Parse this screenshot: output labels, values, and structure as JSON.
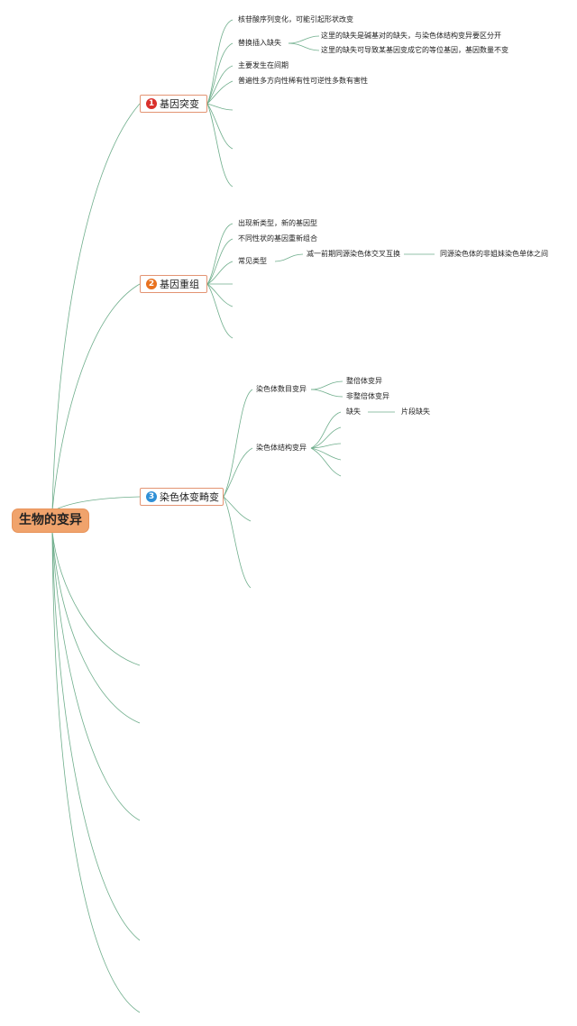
{
  "root": "生物的变异",
  "branches": {
    "b1": {
      "num": "1",
      "label": "基因突变",
      "badge_color": "#d9302c",
      "items": {
        "i1": "核苷酸序列变化，可能引起形状改变",
        "i2": "替换插入缺失",
        "i2a": "这里的缺失是碱基对的缺失，与染色体结构变异要区分开",
        "i2b": "这里的缺失可导致某基因变成它的等位基因，基因数量不变",
        "i3": "主要发生在间期",
        "i4": "普遍性多方向性稀有性可逆性多数有害性"
      }
    },
    "b2": {
      "num": "2",
      "label": "基因重组",
      "badge_color": "#e8711f",
      "items": {
        "i1": "出现新类型，新的基因型",
        "i2": "不同性状的基因重新组合",
        "i3": "常见类型",
        "i3a": "减一前期同源染色体交叉互换",
        "i3b": "同源染色体的非姐妹染色单体之间"
      }
    },
    "b3": {
      "num": "3",
      "label": "染色体变畸变",
      "badge_color": "#2f8fd6",
      "items": {
        "n": "染色体数目变异",
        "n1": "整倍体变异",
        "n2": "非整倍体变异",
        "s": "染色体结构变异",
        "s1": "缺失",
        "s1a": "片段缺失"
      }
    }
  },
  "colors": {
    "line": "#6fae8c",
    "root_fill": "#f0a36c",
    "branch_border": "#e39473"
  }
}
